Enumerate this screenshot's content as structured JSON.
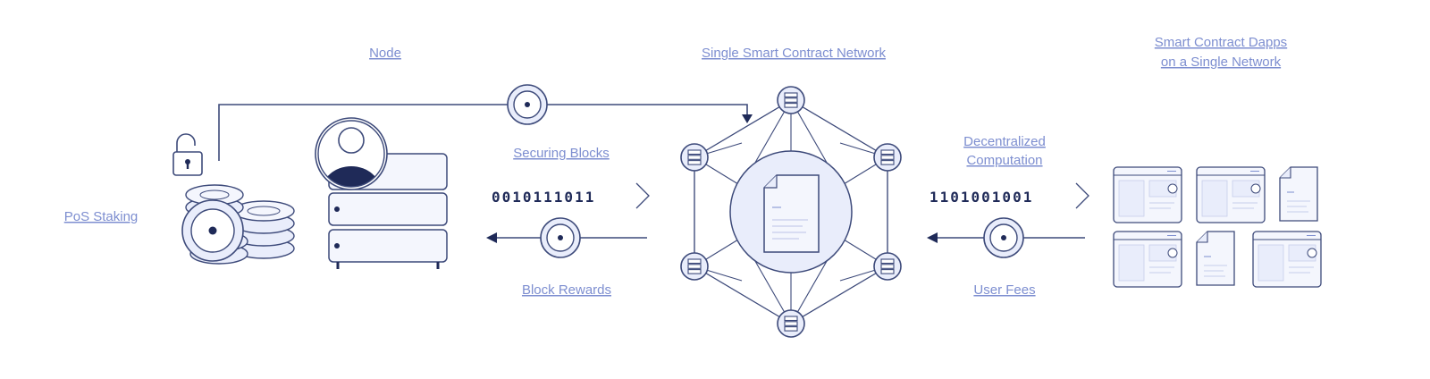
{
  "labels": {
    "node": "Node",
    "single_network": "Single Smart Contract Network",
    "dapps_line1": "Smart Contract Dapps",
    "dapps_line2": "on a Single Network",
    "pos_staking": "PoS Staking",
    "securing_blocks": "Securing Blocks",
    "block_rewards": "Block Rewards",
    "decentralized_line1": "Decentralized",
    "decentralized_line2": "Computation",
    "user_fees": "User Fees"
  },
  "bits": {
    "left": "0010111011",
    "right": "1101001001"
  },
  "icons": [
    "lock-icon",
    "coin-stack-icon",
    "user-avatar-icon",
    "server-icon",
    "token-icon",
    "network-node-icon",
    "contract-document-icon",
    "dapp-window-icon"
  ],
  "colors": {
    "label": "#7d8ed0",
    "line": "#3d4a7a",
    "dark": "#1f2a58",
    "pale": "#e9edfb"
  }
}
